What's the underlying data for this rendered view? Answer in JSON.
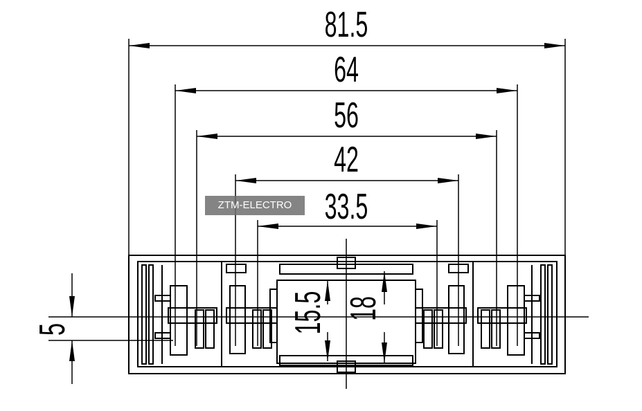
{
  "dimensions": {
    "overall_width": "81.5",
    "width_64": "64",
    "width_56": "56",
    "width_42": "42",
    "width_33_5": "33.5",
    "pin_offset": "5",
    "inner_height": "15.5",
    "outer_height": "18"
  },
  "watermark": "ZTM-ELECTRO",
  "colors": {
    "line": "#000000",
    "background": "#ffffff",
    "watermark_bg": "#6e6e6e"
  }
}
